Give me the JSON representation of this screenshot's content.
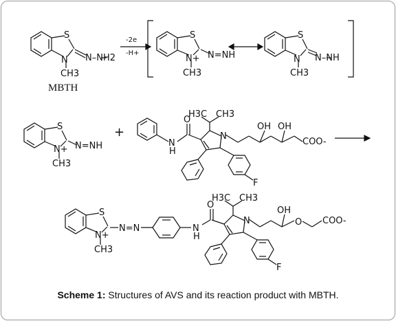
{
  "caption": {
    "label": "Scheme 1:",
    "text": " Structures of AVS and its reaction product with MBTH."
  },
  "mbth": {
    "name": "MBTH",
    "atoms": {
      "s": "S",
      "n": "N",
      "ch3": "CH3",
      "hydrazone": "N–NH2"
    }
  },
  "reaction": {
    "reagent_top": "-2e",
    "reagent_bottom": "-H+",
    "arrow": "→"
  },
  "intermediate": {
    "form1": {
      "s": "S",
      "n_plus": "N+",
      "ch3": "CH3",
      "diazo": "N=NH"
    },
    "form2": {
      "s": "S",
      "n": "N",
      "ch3": "CH3",
      "radical": "N–NH"
    },
    "resonance": "↔"
  },
  "row2": {
    "plus": "+",
    "avs_groups": {
      "h3c": "H3C",
      "ch3": "CH3",
      "oh1": "OH",
      "oh2": "OH",
      "coo": "COO-",
      "nh": "N",
      "h": "H",
      "o": "O",
      "n": "N",
      "f": "F"
    }
  },
  "product": {
    "groups": {
      "s": "S",
      "n_plus": "N+",
      "ch3": "CH3",
      "azo": "N=N",
      "nh": "N",
      "h": "H",
      "o": "O",
      "h3c": "H3C",
      "ch3b": "CH3",
      "oh": "OH",
      "o2": "O",
      "coo": "COO-",
      "n": "N",
      "f": "F"
    }
  }
}
